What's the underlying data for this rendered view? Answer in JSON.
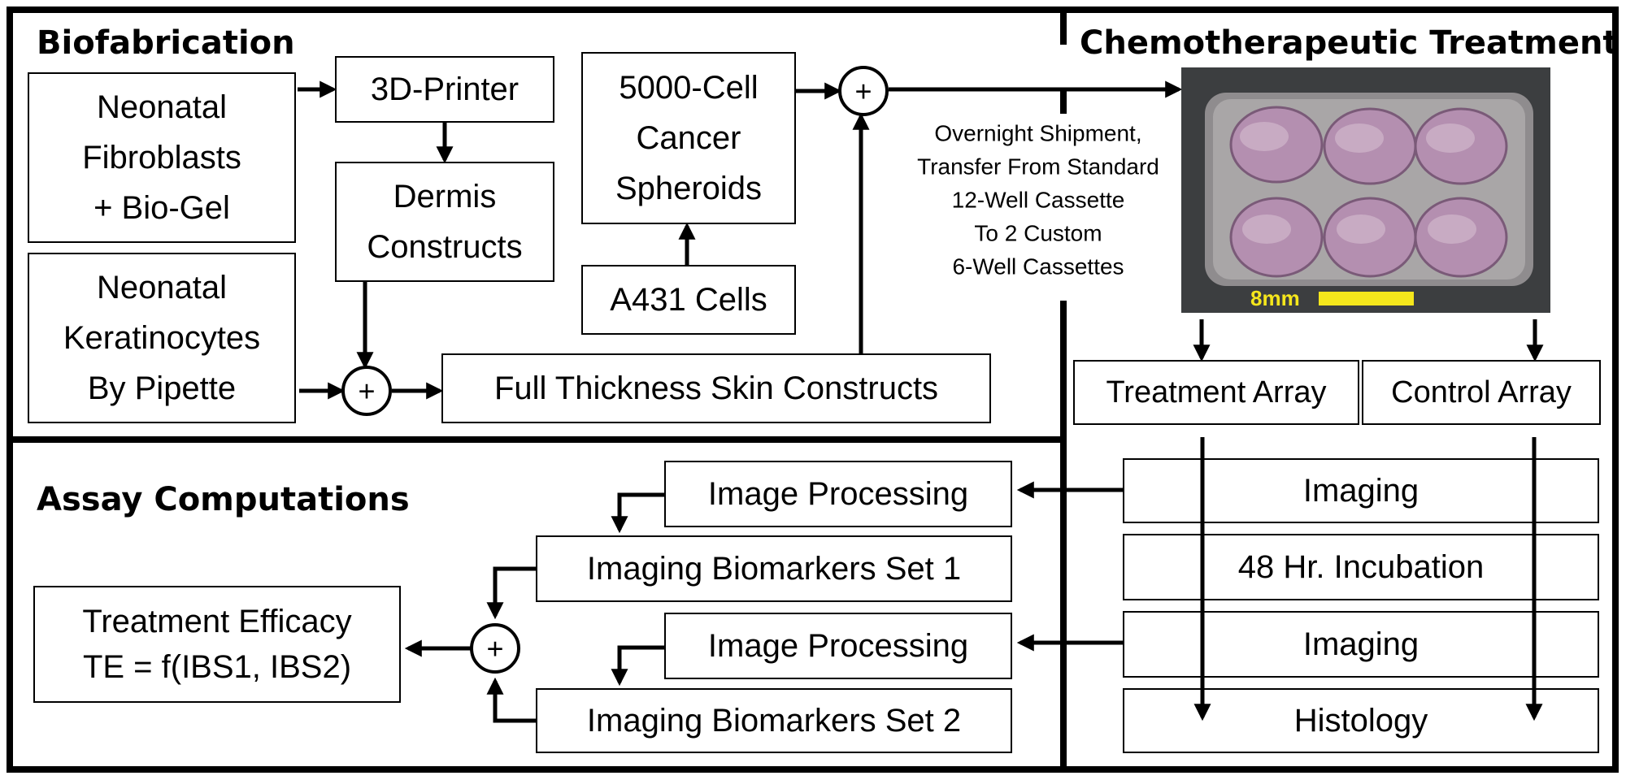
{
  "sections": {
    "biofabrication": "Biofabrication",
    "chemotherapeutic": "Chemotherapeutic Treatment",
    "assay": "Assay Computations"
  },
  "nodes": {
    "fibroblasts": [
      "Neonatal",
      "Fibroblasts",
      "+ Bio-Gel"
    ],
    "keratinocytes": [
      "Neonatal",
      "Keratinocytes",
      "By Pipette"
    ],
    "printer": [
      "3D-Printer"
    ],
    "dermis": [
      "Dermis",
      "Constructs"
    ],
    "spheroids": [
      "5000-Cell",
      "Cancer",
      "Spheroids"
    ],
    "a431": [
      "A431 Cells"
    ],
    "full_thickness": [
      "Full Thickness Skin Constructs"
    ],
    "treatment_array": [
      "Treatment Array"
    ],
    "control_array": [
      "Control Array"
    ],
    "imaging_1": [
      "Imaging"
    ],
    "incubation": [
      "48 Hr. Incubation"
    ],
    "imaging_2": [
      "Imaging"
    ],
    "histology": [
      "Histology"
    ],
    "image_processing_1": [
      "Image Processing"
    ],
    "biomarkers_1": [
      "Imaging Biomarkers Set 1"
    ],
    "image_processing_2": [
      "Image Processing"
    ],
    "biomarkers_2": [
      "Imaging Biomarkers Set 2"
    ],
    "efficacy": [
      "Treatment Efficacy",
      "TE = f(IBS1, IBS2)"
    ]
  },
  "shipment_note": [
    "Overnight Shipment,",
    "Transfer From Standard",
    "12-Well Cassette",
    "To 2 Custom",
    "6-Well Cassettes"
  ],
  "plus_symbol": "+",
  "photo": {
    "scale_label": "8mm",
    "scale_color": "#f5e61c",
    "well_color": "#b48fb0",
    "background_color": "#3c3e40"
  }
}
